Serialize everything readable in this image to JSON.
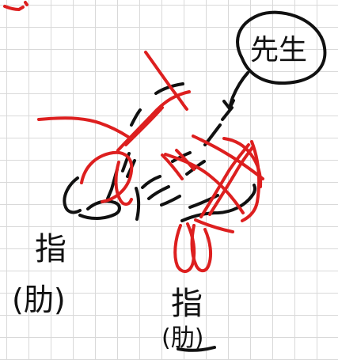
{
  "canvas": {
    "background": "#ffffff",
    "grid_color": "#d9d9d9",
    "ink_black": "#111111",
    "ink_red": "#dd1f1f"
  },
  "labels": {
    "circled": "先生",
    "left_top": "指",
    "left_bottom": "(肋)",
    "bottom_top": "指",
    "bottom_bottom": "(肋)"
  }
}
